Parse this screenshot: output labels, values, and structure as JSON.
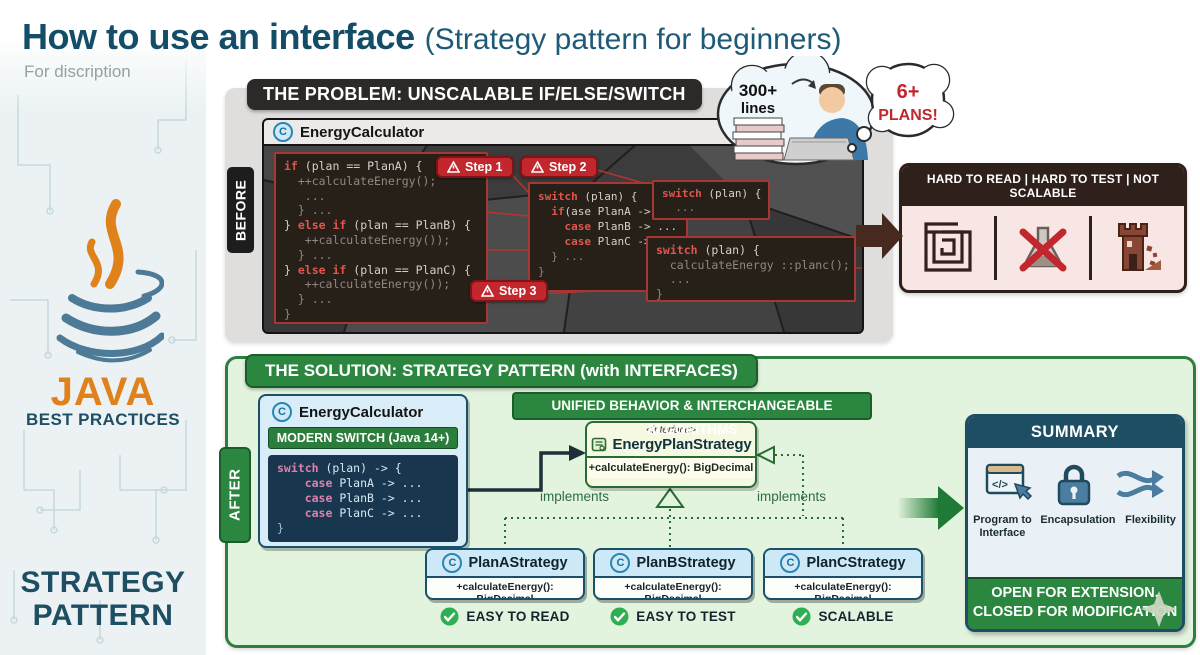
{
  "page": {
    "title_main": "How to use an interface",
    "title_sub": "(Strategy pattern for beginners)",
    "caption": "For discription"
  },
  "sidebar": {
    "java_label": "JAVA",
    "java_sublabel": "BEST PRACTICES",
    "pattern_line1": "STRATEGY",
    "pattern_line2": "PATTERN"
  },
  "icons": {
    "class_letter": "C",
    "code_glyph": "</>"
  },
  "problem": {
    "title": "THE PROBLEM: UNSCALABLE IF/ELSE/SWITCH",
    "before_tab": "BEFORE",
    "class_header": "EnergyCalculator",
    "step1": "Step 1",
    "step2": "Step 2",
    "step3": "Step 3",
    "code_ifelse": [
      "if (plan == PlanA) {",
      "  ++calculateEnergy();",
      "   ...",
      "  } ...",
      "} else if (plan == PlanB) {",
      "   ++calculateEnergy());",
      "  } ...",
      "} else if (plan == PlanC) {",
      "   ++calculateEnergy());",
      "  } ...",
      "}"
    ],
    "code_switch_main": [
      "switch (plan) {",
      "  if(ase PlanA -> ..) {",
      "    case PlanB -> ...",
      "    case PlanC -> ...",
      "  } ...",
      "}"
    ],
    "code_switch_small": [
      "switch (plan) {",
      "  ..."
    ],
    "code_switch_bottom": [
      "switch (plan) {",
      "  calculateEnergy ::planc();",
      "  ...",
      "}"
    ],
    "cloud_count": "300+",
    "cloud_unit": "lines",
    "bubble_line1": "6+",
    "bubble_line2": "PLANS!",
    "issues_title": "HARD TO READ | HARD TO TEST | NOT SCALABLE"
  },
  "solution": {
    "title": "THE SOLUTION: STRATEGY PATTERN (with INTERFACES)",
    "after_tab": "AFTER",
    "class_header": "EnergyCalculator",
    "switch_bar": "MODERN SWITCH (Java 14+)",
    "code_modern": [
      "switch (plan) -> {",
      "    case PlanA -> ...",
      "    case PlanB -> ...",
      "    case PlanC -> ...",
      "}"
    ],
    "banner": "UNIFIED BEHAVIOR & INTERCHANGEABLE ALGORITHMS",
    "interface": {
      "stereotype": "<interface>",
      "name": "EnergyPlanStrategy",
      "method": "+calculateEnergy(): BigDecimal"
    },
    "implements_left": "implements",
    "implements_right": "implements",
    "strategies": [
      {
        "name": "PlanAStrategy",
        "method": "+calculateEnergy(): BigDecimal",
        "benefit": "EASY TO READ"
      },
      {
        "name": "PlanBStrategy",
        "method": "+calculateEnergy(): BigDecimal",
        "benefit": "EASY TO TEST"
      },
      {
        "name": "PlanCStrategy",
        "method": "+calculateEnergy(): BigDecimal",
        "benefit": "SCALABLE"
      }
    ],
    "summary": {
      "title": "SUMMARY",
      "item1": "Program to Interface",
      "item2": "Encapsulation",
      "item3": "Flexibility",
      "footer_line1": "OPEN FOR EXTENSION,",
      "footer_line2": "CLOSED FOR MODIFICATION"
    }
  },
  "colors": {
    "accent_teal": "#1d4e63",
    "accent_green": "#2b8740",
    "accent_red": "#c1272d",
    "accent_orange": "#e0821c"
  }
}
